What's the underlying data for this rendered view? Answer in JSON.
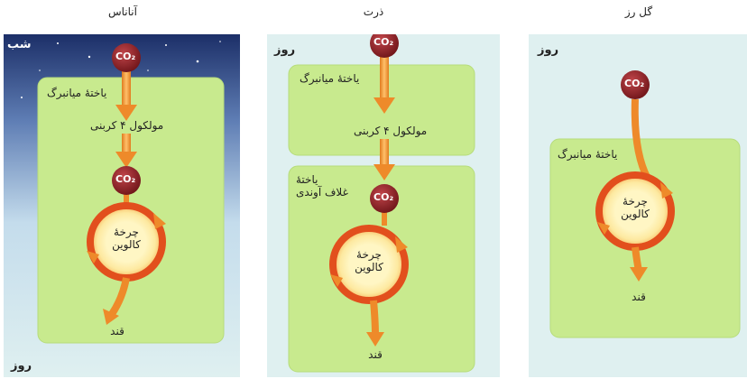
{
  "titles": {
    "pineapple": "آناناس",
    "corn": "ذرت",
    "rose": "گل رز"
  },
  "pineapple": {
    "night": "شب",
    "day": "روز",
    "co2_top": "CO₂",
    "mesophyll": "یاختهٔ میانبرگ",
    "molecule": "مولکول ۴ کربنی",
    "co2_mid": "CO₂",
    "cycle_line1": "چرخهٔ",
    "cycle_line2": "کالوین",
    "sugar": "قند"
  },
  "corn": {
    "day": "روز",
    "co2_top": "CO₂",
    "mesophyll": "یاختهٔ میانبرگ",
    "molecule": "مولکول ۴ کربنی",
    "sheath_line1": "یاختهٔ",
    "sheath_line2": "غلاف آوندی",
    "co2_mid": "CO₂",
    "cycle_line1": "چرخهٔ",
    "cycle_line2": "کالوین",
    "sugar": "قند"
  },
  "rose": {
    "day": "روز",
    "co2": "CO₂",
    "mesophyll": "یاختهٔ میانبرگ",
    "cycle_line1": "چرخهٔ",
    "cycle_line2": "کالوین",
    "sugar": "قند"
  },
  "colors": {
    "panel_bg": "#dff0f0",
    "cell_green": "#c8ea8e",
    "arrow_orange": "#f29a3a",
    "co2_red": "#8a1f23",
    "night_blue": "#1c2f68"
  }
}
